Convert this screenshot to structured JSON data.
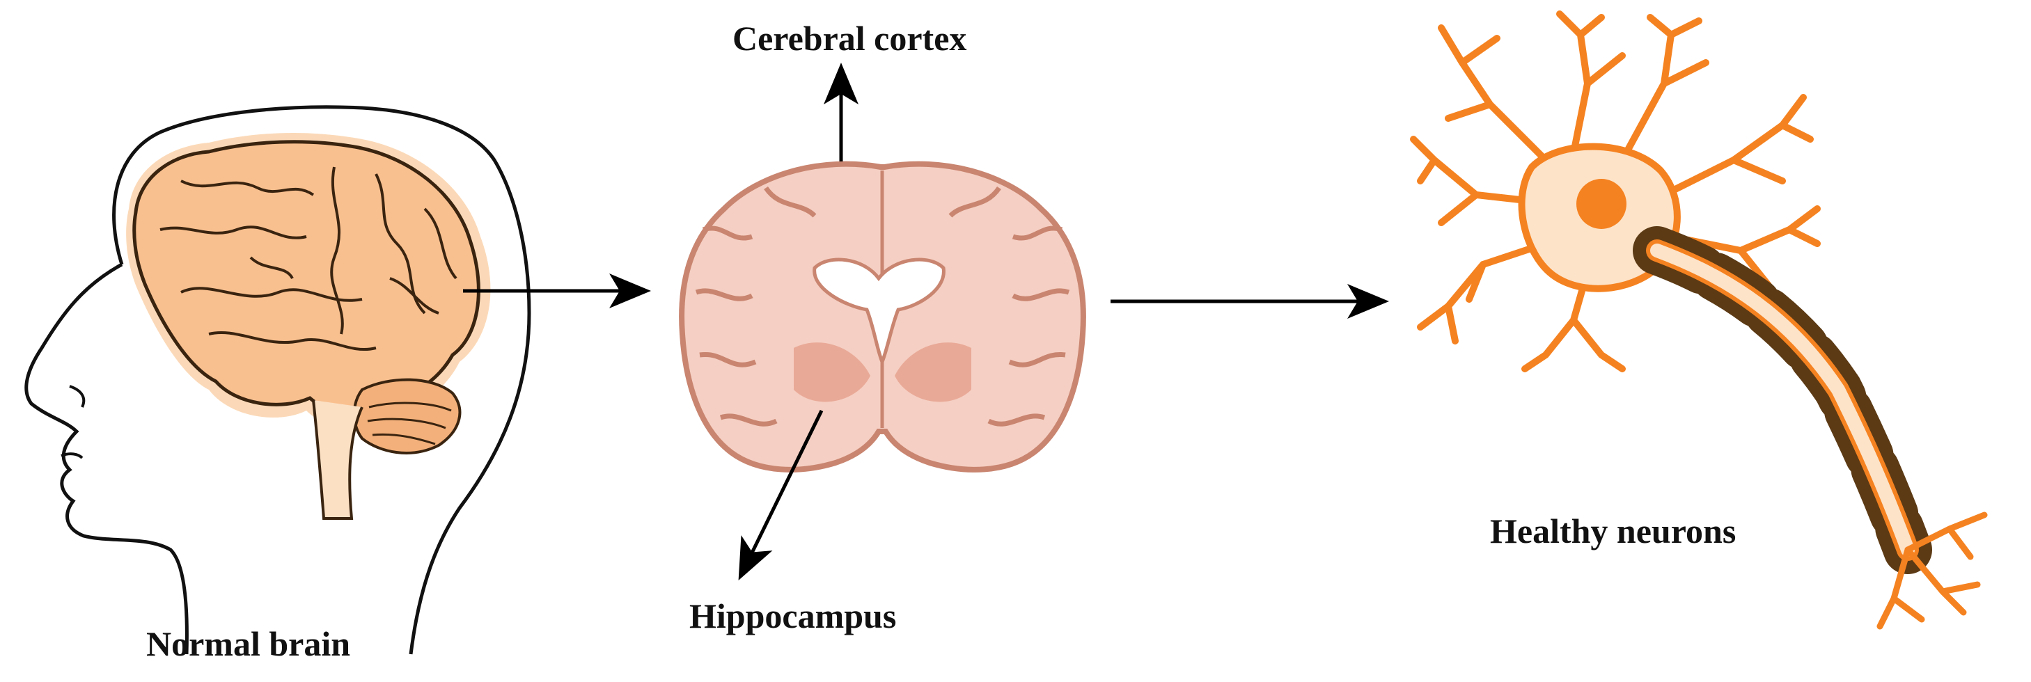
{
  "labels": {
    "normal_brain": "Normal brain",
    "cerebral_cortex": "Cerebral cortex",
    "hippocampus": "Hippocampus",
    "healthy_neurons": "Healthy neurons"
  },
  "colors": {
    "brain_fill": "#f9c08f",
    "brain_halo": "#fbd9b8",
    "brain_outline": "#3a2410",
    "section_fill": "#f5cfc3",
    "section_outline": "#c98570",
    "section_gray": "#e9a997",
    "neuron_orange": "#f58220",
    "neuron_body": "#fde3c8",
    "myelin": "#5c3a14",
    "arrow": "#000000"
  },
  "icons": [
    "head-profile-icon",
    "brain-icon",
    "coronal-brain-section-icon",
    "neuron-icon"
  ]
}
